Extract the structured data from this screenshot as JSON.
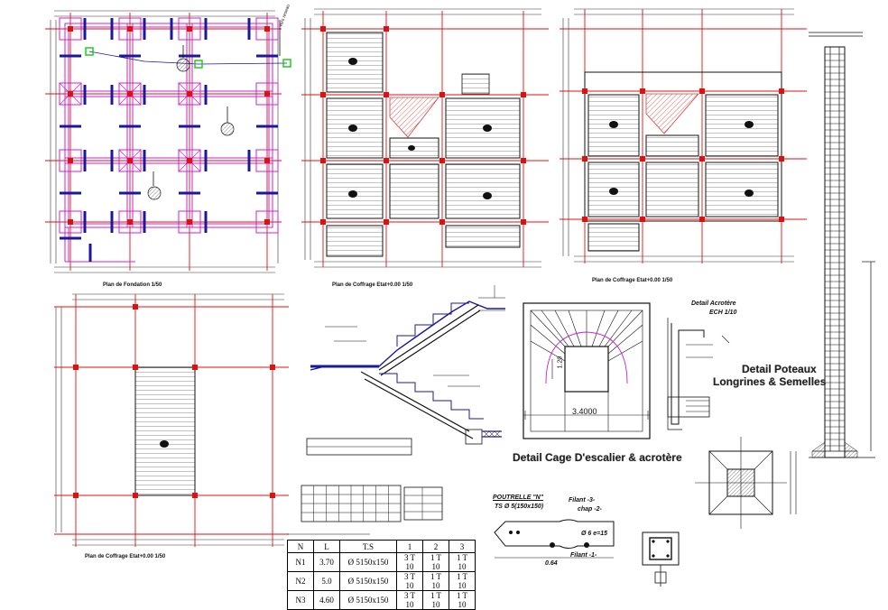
{
  "colors": {
    "grid_axis": "#e01010",
    "beam": "#cc22cc",
    "column_section": "#1a1a99",
    "wall": "#0a0a0a",
    "hatch": "#d04040",
    "connector": "#22cc22"
  },
  "titles": {
    "plan_foundation": "Plan de Fondation   1/50",
    "plan_coffrage_1": "Plan de Coffrage  Etat+0.00  1/50",
    "plan_coffrage_2": "Plan de Coffrage  Etat+0.00  1/50",
    "plan_coffrage_3": "Plan de Coffrage  Etat+0.00  1/50",
    "stair_detail": "Detail Cage D'escalier  & acrotère",
    "poteaux_detail_line1": "Detail Poteaux",
    "poteaux_detail_line2": "Longrines & Semelles",
    "acrotere_title": "Detail Acrotère",
    "acrotere_scale": "ECH 1/10"
  },
  "dimensions": {
    "stair_width": "3.4000",
    "stair_depth": "1.20"
  },
  "poutrelle": {
    "title": "POUTRELLE \"N\"",
    "section": "TS Ø 5(150x150)",
    "filant3": "Filant -3-",
    "chap2": "chap -2-",
    "bar": "Ø 6 e=15",
    "filant1": "Filant -1-",
    "width": "0.64"
  },
  "rebar_table": {
    "headers": [
      "N",
      "L",
      "T.S",
      "1",
      "2",
      "3"
    ],
    "rows": [
      [
        "N1",
        "3.70",
        "Ø 5150x150",
        "3 T 10",
        "1 T 10",
        "1 T 10"
      ],
      [
        "N2",
        "5.0",
        "Ø 5150x150",
        "3 T 10",
        "1 T 10",
        "1 T 10"
      ],
      [
        "N3",
        "4.60",
        "Ø 5150x150",
        "3 T 10",
        "1 T 10",
        "1 T 10"
      ]
    ]
  }
}
